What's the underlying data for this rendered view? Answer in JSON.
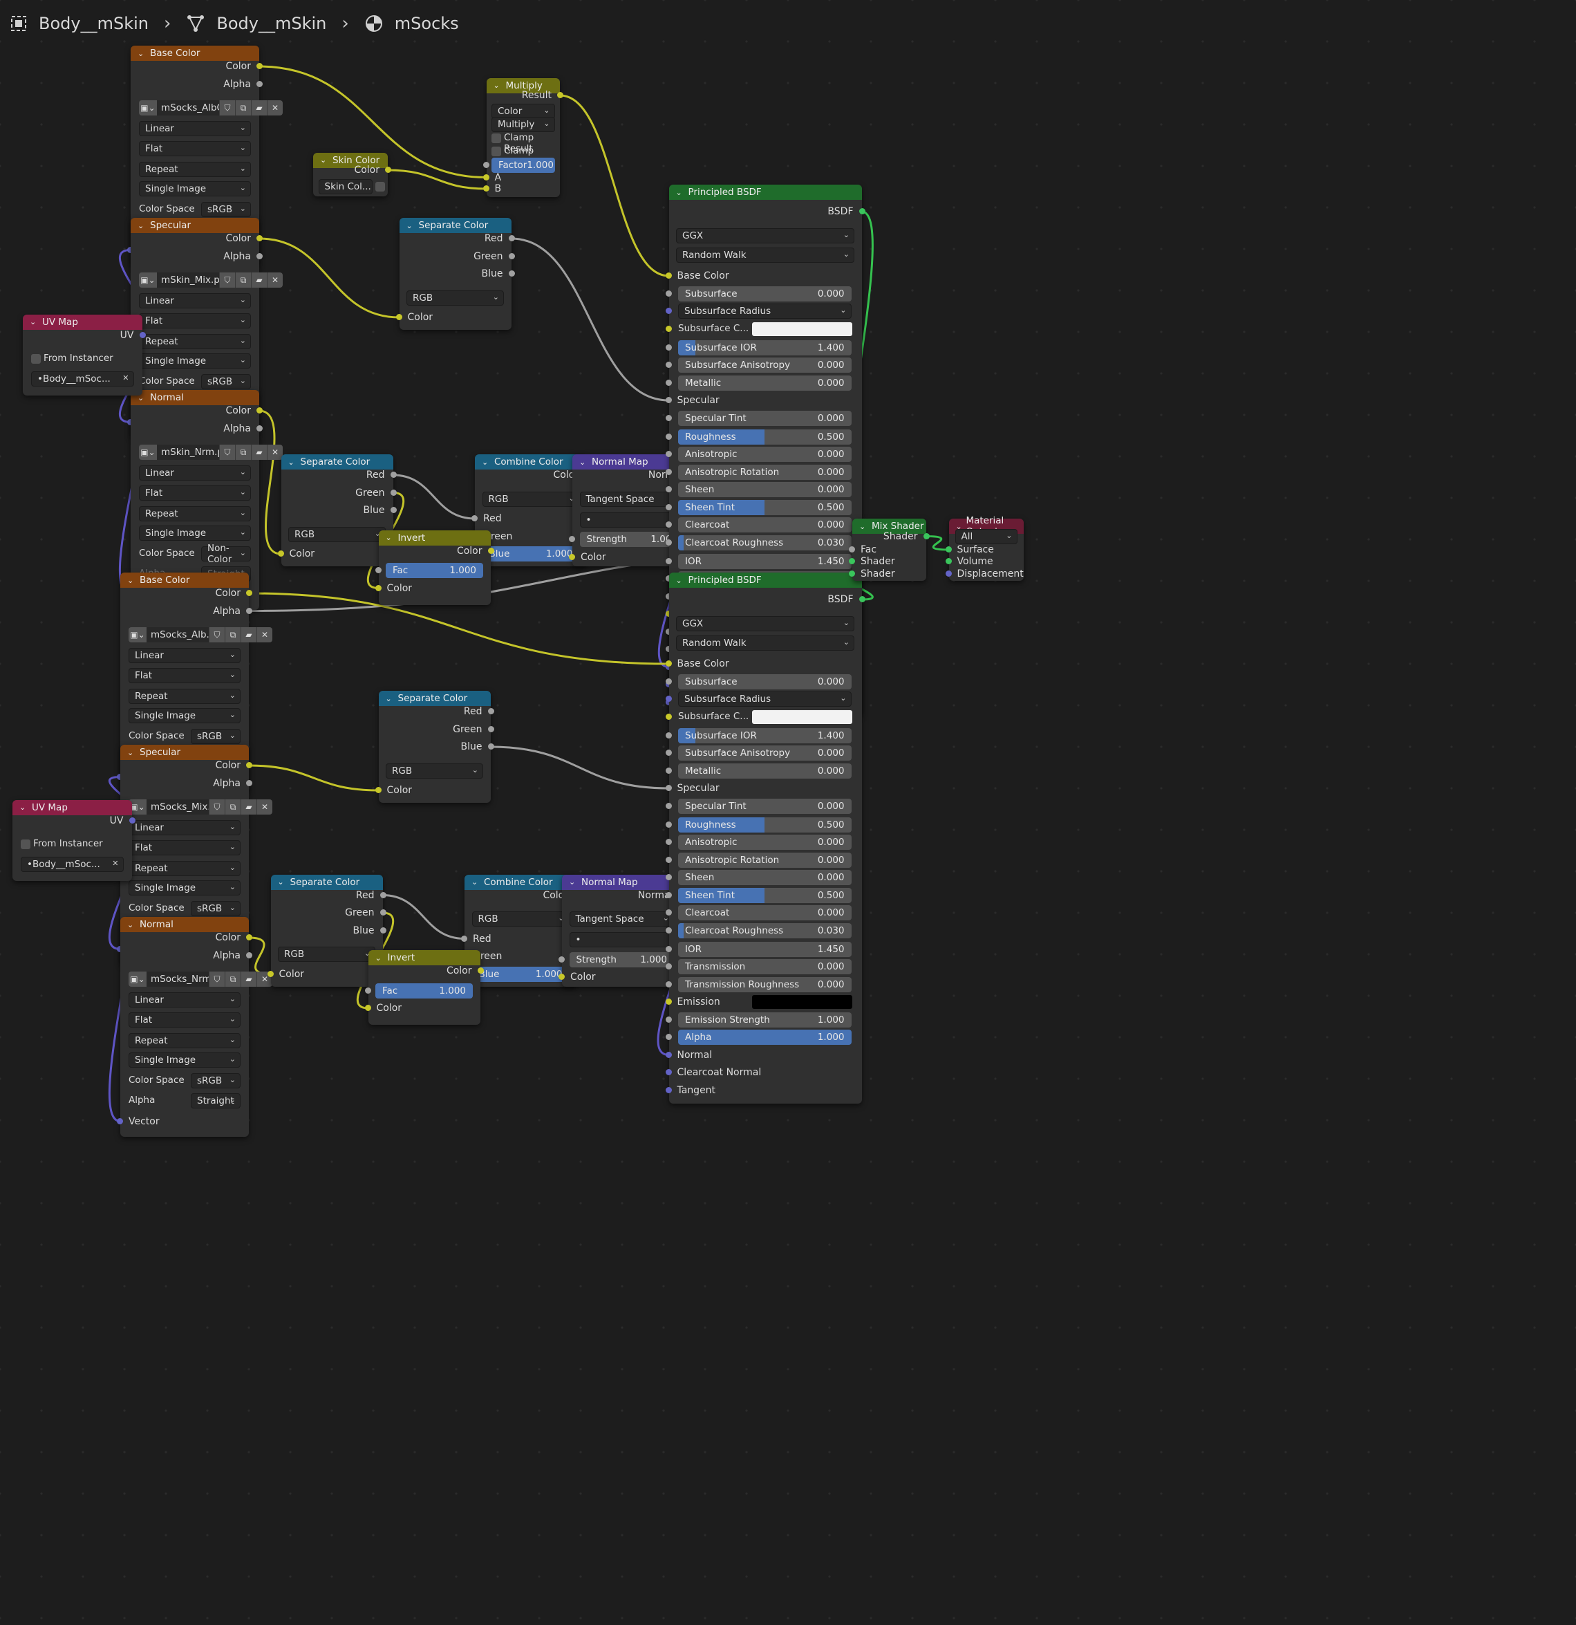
{
  "breadcrumb": {
    "item1": "Body__mSkin",
    "item2": "Body__mSkin",
    "item3": "mSocks"
  },
  "icons": {
    "object": "object-icon",
    "mesh": "mesh-icon",
    "material": "material-icon",
    "chevron": "chevron-right-icon"
  },
  "colors": {
    "texture_header": "#81420f",
    "uv_header": "#8b1f45",
    "converter_header": "#1a6081",
    "color_header": "#6d6f12",
    "vector_header": "#4b3a93",
    "shader_header": "#1f6c2b",
    "output_header": "#6a1c34",
    "field_active": "#4772b3",
    "socket_color": "#c7c729",
    "socket_float": "#a1a1a1",
    "socket_vector": "#6363c7",
    "socket_shader": "#3ac55c"
  },
  "common": {
    "color": "Color",
    "alpha": "Alpha",
    "vector": "Vector",
    "linear": "Linear",
    "flat": "Flat",
    "repeat": "Repeat",
    "single_image": "Single Image",
    "color_space": "Color Space",
    "srgb": "sRGB",
    "non_color": "Non-Color",
    "straight": "Straight",
    "red": "Red",
    "green": "Green",
    "blue": "Blue",
    "rgb": "RGB",
    "uv": "UV",
    "from_instancer": "From Instancer",
    "uvmap_name": "Body__mSoc...",
    "fac": "Fac",
    "one": "1.000",
    "tangent_space": "Tangent Space",
    "strength": "Strength",
    "normal": "Normal",
    "dot": "•"
  },
  "titles": {
    "base_color": "Base Color",
    "specular": "Specular",
    "normal": "Normal",
    "uv_map": "UV Map",
    "separate_color": "Separate Color",
    "combine_color": "Combine Color",
    "invert": "Invert",
    "normal_map": "Normal Map",
    "multiply": "Multiply",
    "skin_color": "Skin Color",
    "principled": "Principled BSDF",
    "mix_shader": "Mix Shader",
    "material_output": "Material Output"
  },
  "images": {
    "t1": "mSocks_AlbOry....",
    "t2": "mSkin_Mix.png....",
    "t3": "mSkin_Nrm.png....",
    "b1": "mSocks_Alb.png",
    "b2": "mSocks_Mix.png",
    "b3": "mSocks_Nrm.png"
  },
  "multiply": {
    "result": "Result",
    "mode1": "Color",
    "mode2": "Multiply",
    "clamp_result": "Clamp Result",
    "clamp_factor": "Clamp Factor",
    "factor": "Factor",
    "factor_val": "1.000",
    "a": "A",
    "b": "B"
  },
  "skin_color": {
    "color": "Color",
    "name": "Skin Col..."
  },
  "principled": {
    "bsdf": "BSDF",
    "dist": "GGX",
    "sss_method": "Random Walk",
    "base_color": "Base Color",
    "subsurface_color": "Subsurface C...",
    "specular": "Specular",
    "emission": "Emission",
    "normal": "Normal",
    "clearcoat_normal": "Clearcoat Normal",
    "tangent": "Tangent",
    "subsurface_radius": "Subsurface Radius",
    "fields": [
      {
        "label": "Subsurface",
        "value": "0.000",
        "fill": 0
      },
      {
        "label": "Subsurface IOR",
        "value": "1.400",
        "fill": 0.1
      },
      {
        "label": "Subsurface Anisotropy",
        "value": "0.000",
        "fill": 0
      },
      {
        "label": "Metallic",
        "value": "0.000",
        "fill": 0
      },
      {
        "label": "Specular Tint",
        "value": "0.000",
        "fill": 0
      },
      {
        "label": "Roughness",
        "value": "0.500",
        "fill": 0.5
      },
      {
        "label": "Anisotropic",
        "value": "0.000",
        "fill": 0
      },
      {
        "label": "Anisotropic Rotation",
        "value": "0.000",
        "fill": 0
      },
      {
        "label": "Sheen",
        "value": "0.000",
        "fill": 0
      },
      {
        "label": "Sheen Tint",
        "value": "0.500",
        "fill": 0.5
      },
      {
        "label": "Clearcoat",
        "value": "0.000",
        "fill": 0
      },
      {
        "label": "Clearcoat Roughness",
        "value": "0.030",
        "fill": 0.03
      },
      {
        "label": "IOR",
        "value": "1.450",
        "fill": 0
      },
      {
        "label": "Transmission",
        "value": "0.000",
        "fill": 0
      },
      {
        "label": "Transmission Roughness",
        "value": "0.000",
        "fill": 0
      },
      {
        "label": "Emission Strength",
        "value": "1.000",
        "fill": 0
      },
      {
        "label": "Alpha",
        "value": "1.000",
        "fill": 1
      }
    ]
  },
  "mix_shader": {
    "shader": "Shader",
    "fac": "Fac",
    "shader1": "Shader",
    "shader2": "Shader"
  },
  "material_output": {
    "target": "All",
    "surface": "Surface",
    "volume": "Volume",
    "displacement": "Displacement"
  }
}
